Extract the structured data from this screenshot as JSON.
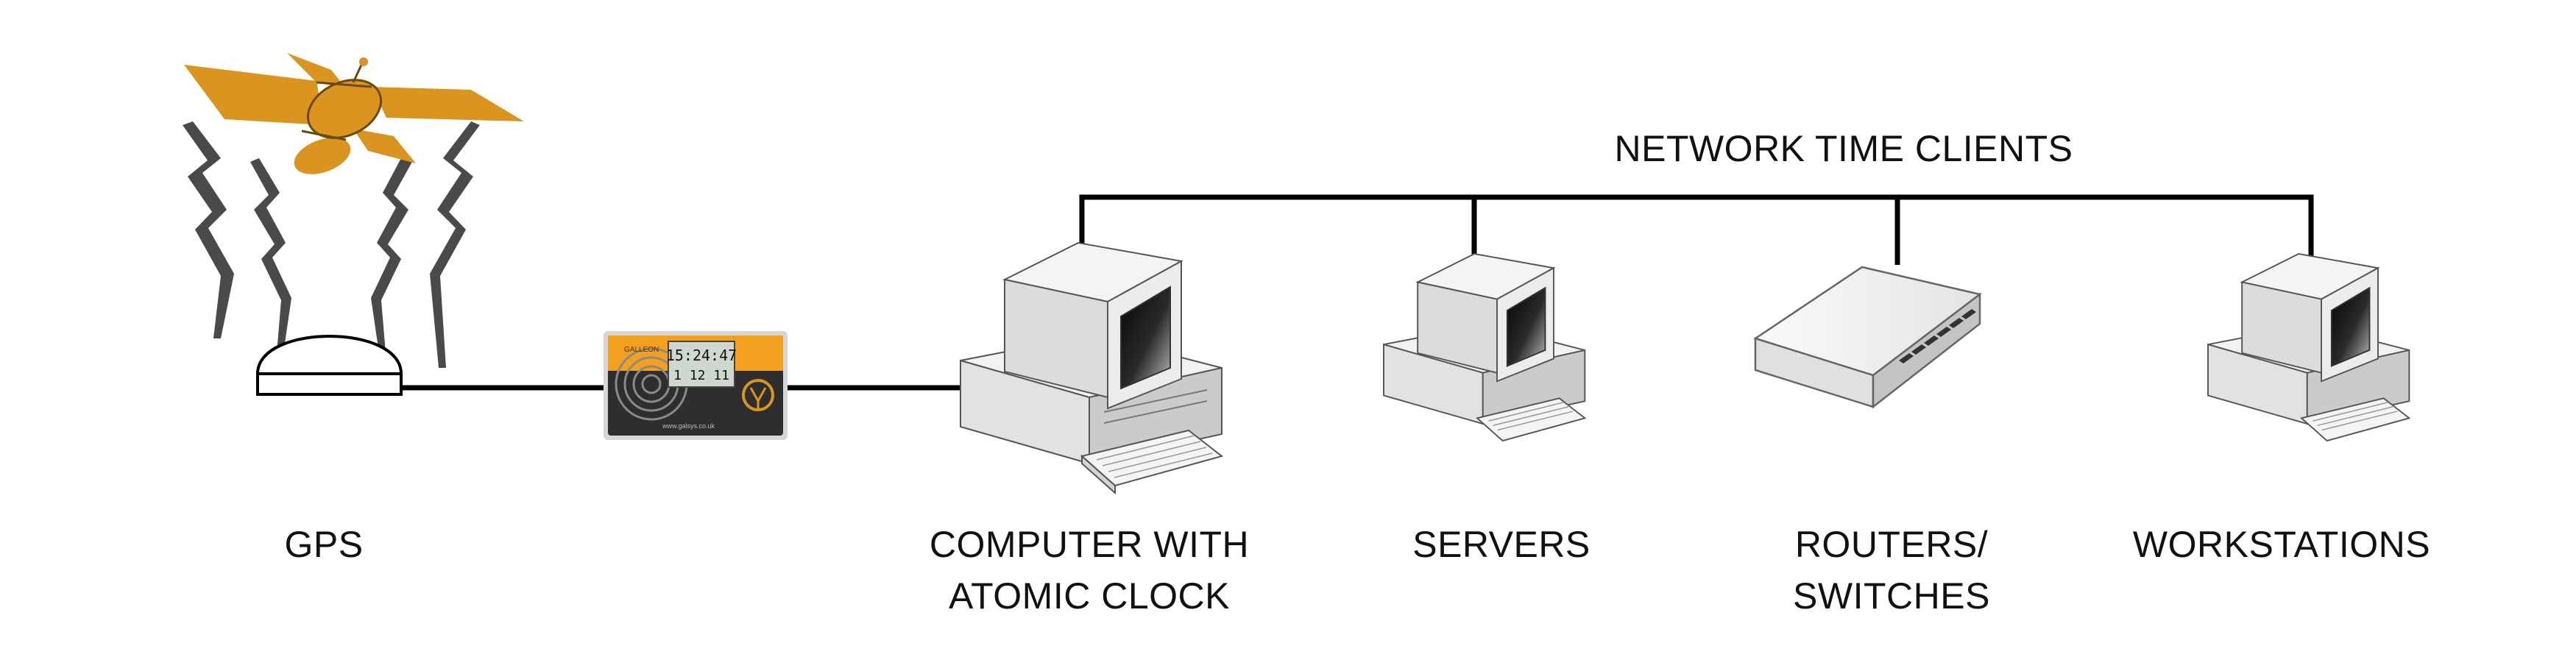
{
  "title": "NETWORK TIME CLIENTS",
  "device_display": {
    "time": "15:24:47",
    "date": "1 12 11",
    "brand": "GALLEON",
    "url": "www.galsys.co.uk"
  },
  "colors": {
    "satellite": "#d9951f",
    "device_orange": "#f3a01f",
    "device_dark": "#2e2e2e",
    "line": "#000000"
  },
  "labels": {
    "gps": "GPS",
    "computer_line1": "COMPUTER WITH",
    "computer_line2": "ATOMIC CLOCK",
    "servers": "SERVERS",
    "routers_line1": "ROUTERS/",
    "routers_line2": "SWITCHES",
    "workstations": "WORKSTATIONS"
  }
}
